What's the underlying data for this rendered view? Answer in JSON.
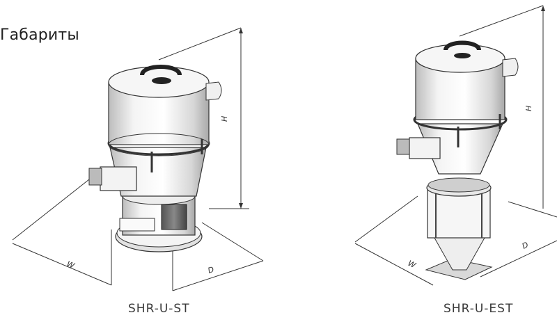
{
  "heading": "Габариты",
  "figures": [
    {
      "caption": "SHR-U-ST",
      "dims": {
        "height": "H",
        "width": "W",
        "depth": "D"
      }
    },
    {
      "caption": "SHR-U-EST",
      "dims": {
        "height": "H",
        "width": "W",
        "depth": "D"
      }
    }
  ]
}
